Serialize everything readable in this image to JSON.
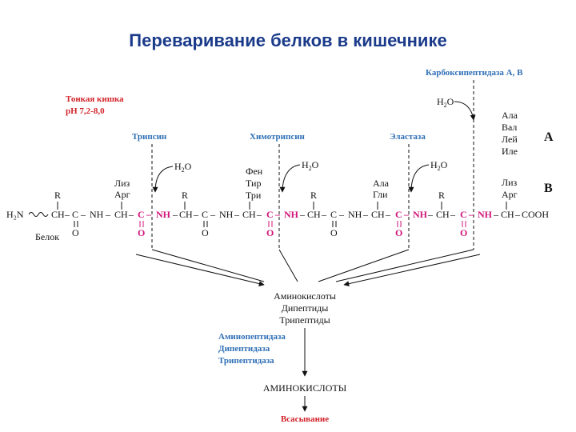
{
  "title": "Переваривание белков в кишечнике",
  "colors": {
    "title": "#1a3a8a",
    "enzyme": "#2f6fb5",
    "peptide_bond": "#d0147a",
    "red": "#d2232a"
  },
  "conditions": {
    "line1": "Тонкая кишка",
    "line2": "рН 7,2-8,0"
  },
  "enzymes": {
    "trypsin": "Трипсин",
    "chymotrypsin": "Химотрипсин",
    "elastase": "Эластаза",
    "carboxypeptidase": "Карбоксипептидаза А, В"
  },
  "water": "H2O",
  "water_sub": "2",
  "h": "H",
  "o": "O",
  "group_r": "R",
  "protein_label": "Белок",
  "chain": {
    "n_term": "H₂N",
    "ch": "CH",
    "c": "C",
    "nh": "NH",
    "cooh": "COOH",
    "dash": "–"
  },
  "residues": {
    "trypsin": [
      "Лиз",
      "Арг"
    ],
    "chymotrypsin": [
      "Фен",
      "Тир",
      "Три"
    ],
    "elastase": [
      "Ала",
      "Гли"
    ],
    "carboxy_a": [
      "Ала",
      "Вал",
      "Лей",
      "Иле"
    ],
    "carboxy_b": [
      "Лиз",
      "Арг"
    ]
  },
  "letters": {
    "a": "А",
    "b": "В"
  },
  "products": [
    "Аминокислоты",
    "Дипептиды",
    "Трипептиды"
  ],
  "peptidases": [
    "Аминопептидаза",
    "Дипептидаза",
    "Трипептидаза"
  ],
  "final": "АМИНОКИСЛОТЫ",
  "absorption": "Всасывание"
}
